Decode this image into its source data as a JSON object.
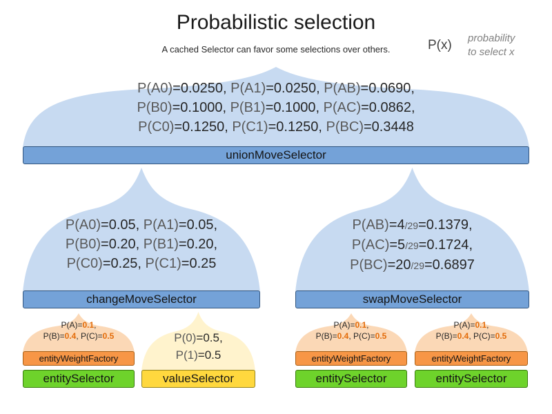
{
  "title": "Probabilistic selection",
  "subtitle": "A cached Selector can favor some selections over others.",
  "legend": {
    "symbol": "P(x)",
    "line1": "probability",
    "line2": "to select x"
  },
  "colors": {
    "dome_blue": "#c7daf1",
    "dome_orange": "#fbd8b6",
    "dome_yellow": "#fff3cd",
    "bar_blue": "#74a2d8",
    "bar_blue_border": "#33567e",
    "bar_orange": "#f79646",
    "bar_orange_border": "#a85e14",
    "bar_green": "#6ed32b",
    "bar_green_border": "#3a7b10",
    "bar_yellow": "#ffd83e",
    "bar_yellow_border": "#94831e",
    "highlight": "#e36c0a",
    "text_gray": "#595959",
    "text_dark": "#262626"
  },
  "selectors": {
    "union": {
      "label": "unionMoveSelector",
      "lines": [
        [
          {
            "t": "P(A0)",
            "c": "p"
          },
          {
            "t": "=0.0250, ",
            "c": "v"
          },
          {
            "t": "P(A1)",
            "c": "p"
          },
          {
            "t": "=0.0250, ",
            "c": "v"
          },
          {
            "t": "P(AB)",
            "c": "p"
          },
          {
            "t": "=0.0690,",
            "c": "v"
          }
        ],
        [
          {
            "t": "P(B0)",
            "c": "p"
          },
          {
            "t": "=0.1000, ",
            "c": "v"
          },
          {
            "t": "P(B1)",
            "c": "p"
          },
          {
            "t": "=0.1000, ",
            "c": "v"
          },
          {
            "t": "P(AC)",
            "c": "p"
          },
          {
            "t": "=0.0862,",
            "c": "v"
          }
        ],
        [
          {
            "t": "P(C0)",
            "c": "p"
          },
          {
            "t": "=0.1250, ",
            "c": "v"
          },
          {
            "t": "P(C1)",
            "c": "p"
          },
          {
            "t": "=0.1250, ",
            "c": "v"
          },
          {
            "t": "P(BC)",
            "c": "p"
          },
          {
            "t": "=0.3448",
            "c": "v"
          }
        ]
      ]
    },
    "change": {
      "label": "changeMoveSelector",
      "lines": [
        [
          {
            "t": "P(A0)",
            "c": "p"
          },
          {
            "t": "=0.05, ",
            "c": "v"
          },
          {
            "t": "P(A1)",
            "c": "p"
          },
          {
            "t": "=0.05,",
            "c": "v"
          }
        ],
        [
          {
            "t": "P(B0)",
            "c": "p"
          },
          {
            "t": "=0.20, ",
            "c": "v"
          },
          {
            "t": "P(B1)",
            "c": "p"
          },
          {
            "t": "=0.20,",
            "c": "v"
          }
        ],
        [
          {
            "t": "P(C0)",
            "c": "p"
          },
          {
            "t": "=0.25, ",
            "c": "v"
          },
          {
            "t": "P(C1)",
            "c": "p"
          },
          {
            "t": "=0.25",
            "c": "v"
          }
        ]
      ]
    },
    "swap": {
      "label": "swapMoveSelector",
      "lines": [
        [
          {
            "t": "P(AB)",
            "c": "p"
          },
          {
            "t": "=4",
            "c": "v"
          },
          {
            "t": "/29",
            "c": "frac"
          },
          {
            "t": "=0.1379,",
            "c": "v"
          }
        ],
        [
          {
            "t": "P(AC)",
            "c": "p"
          },
          {
            "t": "=5",
            "c": "v"
          },
          {
            "t": "/29",
            "c": "frac"
          },
          {
            "t": "=0.1724,",
            "c": "v"
          }
        ],
        [
          {
            "t": "P(BC)",
            "c": "p"
          },
          {
            "t": "=20",
            "c": "v"
          },
          {
            "t": "/29",
            "c": "frac"
          },
          {
            "t": "=0.6897",
            "c": "v"
          }
        ]
      ]
    },
    "entity": {
      "factory_label": "entityWeightFactory",
      "selector_label": "entitySelector",
      "lines": [
        [
          {
            "t": "P(A)=",
            "c": "v"
          },
          {
            "t": "0.1",
            "c": "hl"
          },
          {
            "t": ",",
            "c": "v"
          }
        ],
        [
          {
            "t": "P(B)=",
            "c": "v"
          },
          {
            "t": "0.4",
            "c": "hl"
          },
          {
            "t": ", P(C)=",
            "c": "v"
          },
          {
            "t": "0.5",
            "c": "hl"
          }
        ]
      ]
    },
    "value": {
      "label": "valueSelector",
      "lines": [
        [
          {
            "t": "P(0)",
            "c": "p"
          },
          {
            "t": "=0.5,",
            "c": "v"
          }
        ],
        [
          {
            "t": "P(1)",
            "c": "p"
          },
          {
            "t": "=0.5",
            "c": "v"
          }
        ]
      ]
    }
  }
}
